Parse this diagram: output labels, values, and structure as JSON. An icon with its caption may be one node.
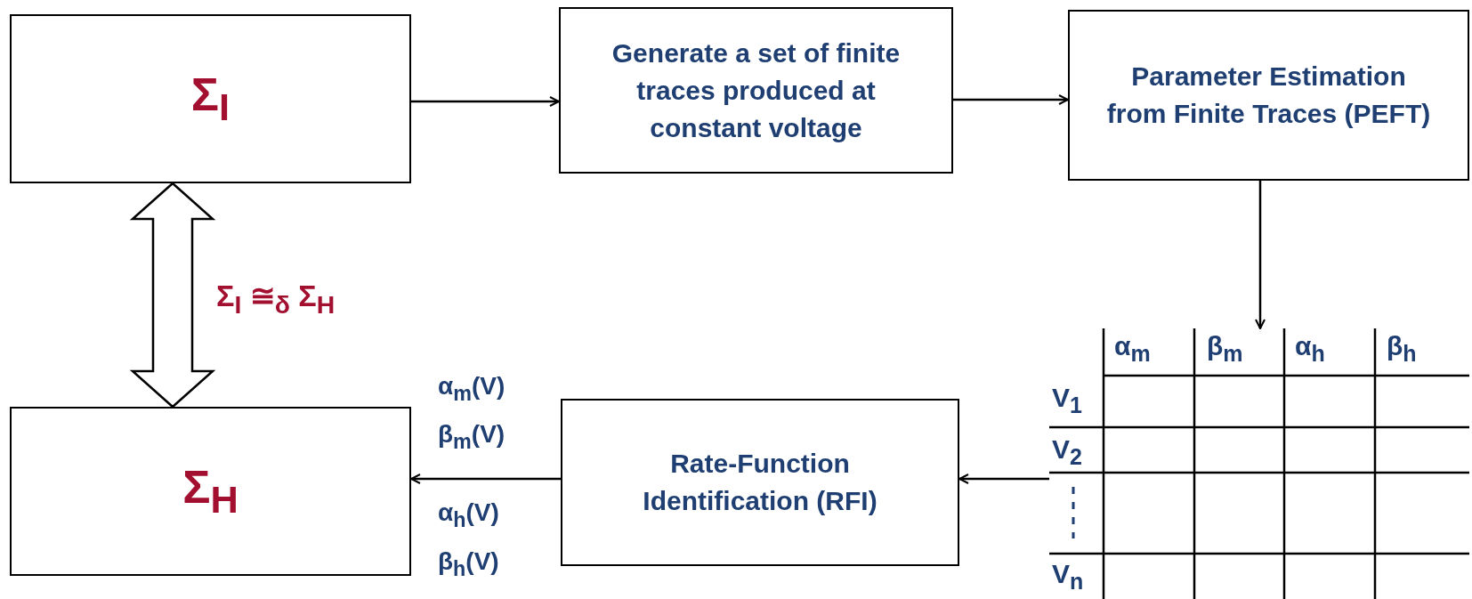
{
  "diagram": {
    "nodes": [
      {
        "text": [
          "Σ$_{I}$"
        ]
      },
      {
        "text": [
          "Generate a set of finite traces produced at constant voltage"
        ]
      },
      {
        "text": [
          "Parameter Estimation from Finite Traces (PEFT)"
        ]
      },
      {
        "text": [],
        "shape": "table"
      },
      {
        "text": [
          "Rate-Function Identification (RFI)"
        ]
      },
      {
        "text": [
          "Σ$_{H}$"
        ]
      }
    ],
    "edges": [
      {
        "from": 0,
        "to": 1,
        "arrow": "to"
      },
      {
        "from": 1,
        "to": 2,
        "arrow": "to"
      },
      {
        "from": 2,
        "to": 3,
        "arrow": "to"
      },
      {
        "from": 3,
        "to": 4,
        "arrow": "to"
      },
      {
        "from": 4,
        "to": 5,
        "arrow": "to"
      },
      {
        "from": 0,
        "to": 5,
        "arrow": "both",
        "style": "thick",
        "label": "Σ$_{I}$ ≅$_{δ}$ Σ$_{H}$"
      }
    ],
    "labels": [
      "α$_{m}$",
      "β$_{m}$",
      "α$_{h}$",
      "β$_{h}$",
      "V$_{1}$",
      "V$_{2}$",
      "V$_{n}$",
      "α$_{m}$(V)",
      "β$_{m}$(V)",
      "α$_{h}$(V)",
      "β$_{h}$(V)"
    ]
  }
}
